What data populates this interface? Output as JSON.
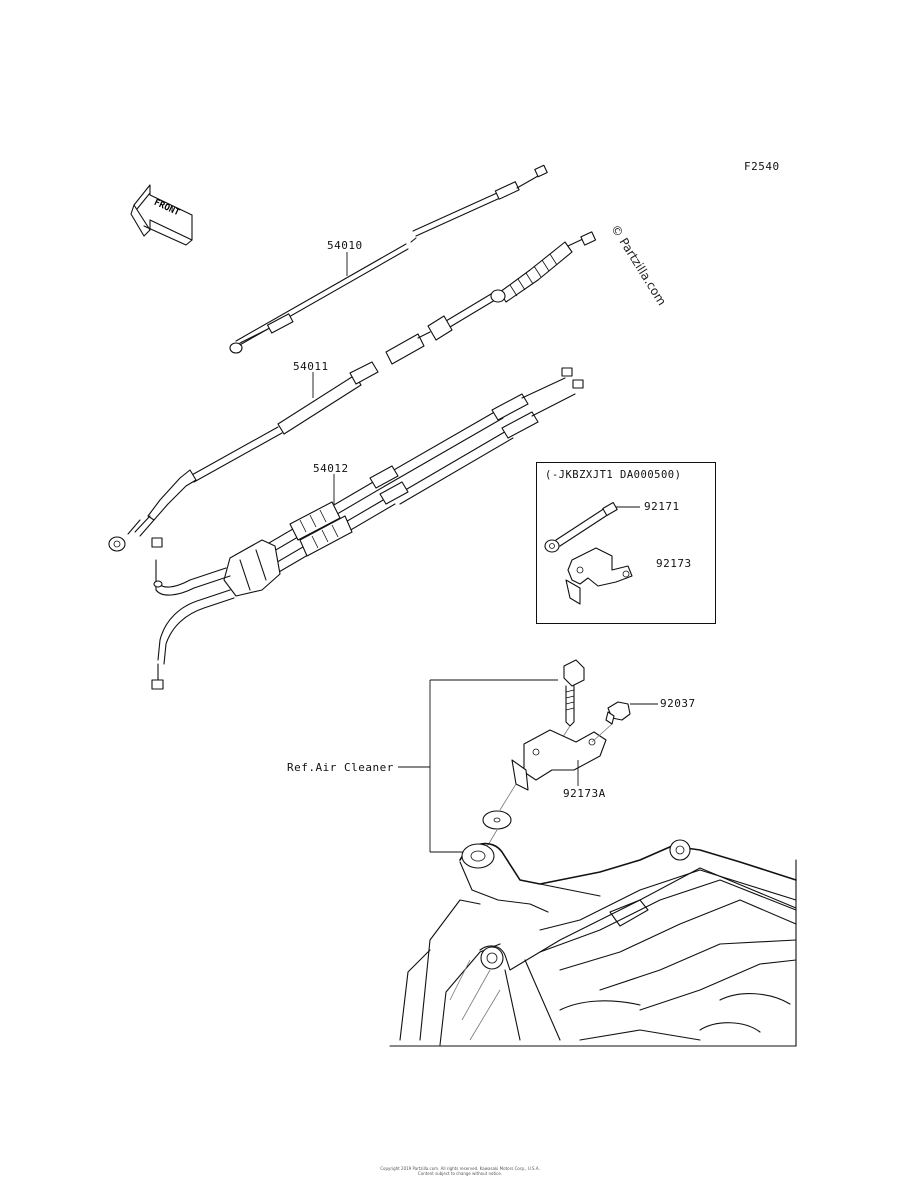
{
  "diagram": {
    "code": "F2540",
    "front_label": "FRONT",
    "watermark": "© Partzilla.com",
    "parts": {
      "p54010": "54010",
      "p54011": "54011",
      "p54012": "54012",
      "p92171": "92171",
      "p92173": "92173",
      "p92037": "92037",
      "p92173A": "92173A"
    },
    "inset_note": "(-JKBZXJT1 DA000500)",
    "ref_label": "Ref.Air Cleaner",
    "footer_lines": [
      "Copyright 2019 Partzilla.com. All rights reserved. Kawasaki Motors Corp., U.S.A.",
      "Content subject to change without notice."
    ]
  }
}
